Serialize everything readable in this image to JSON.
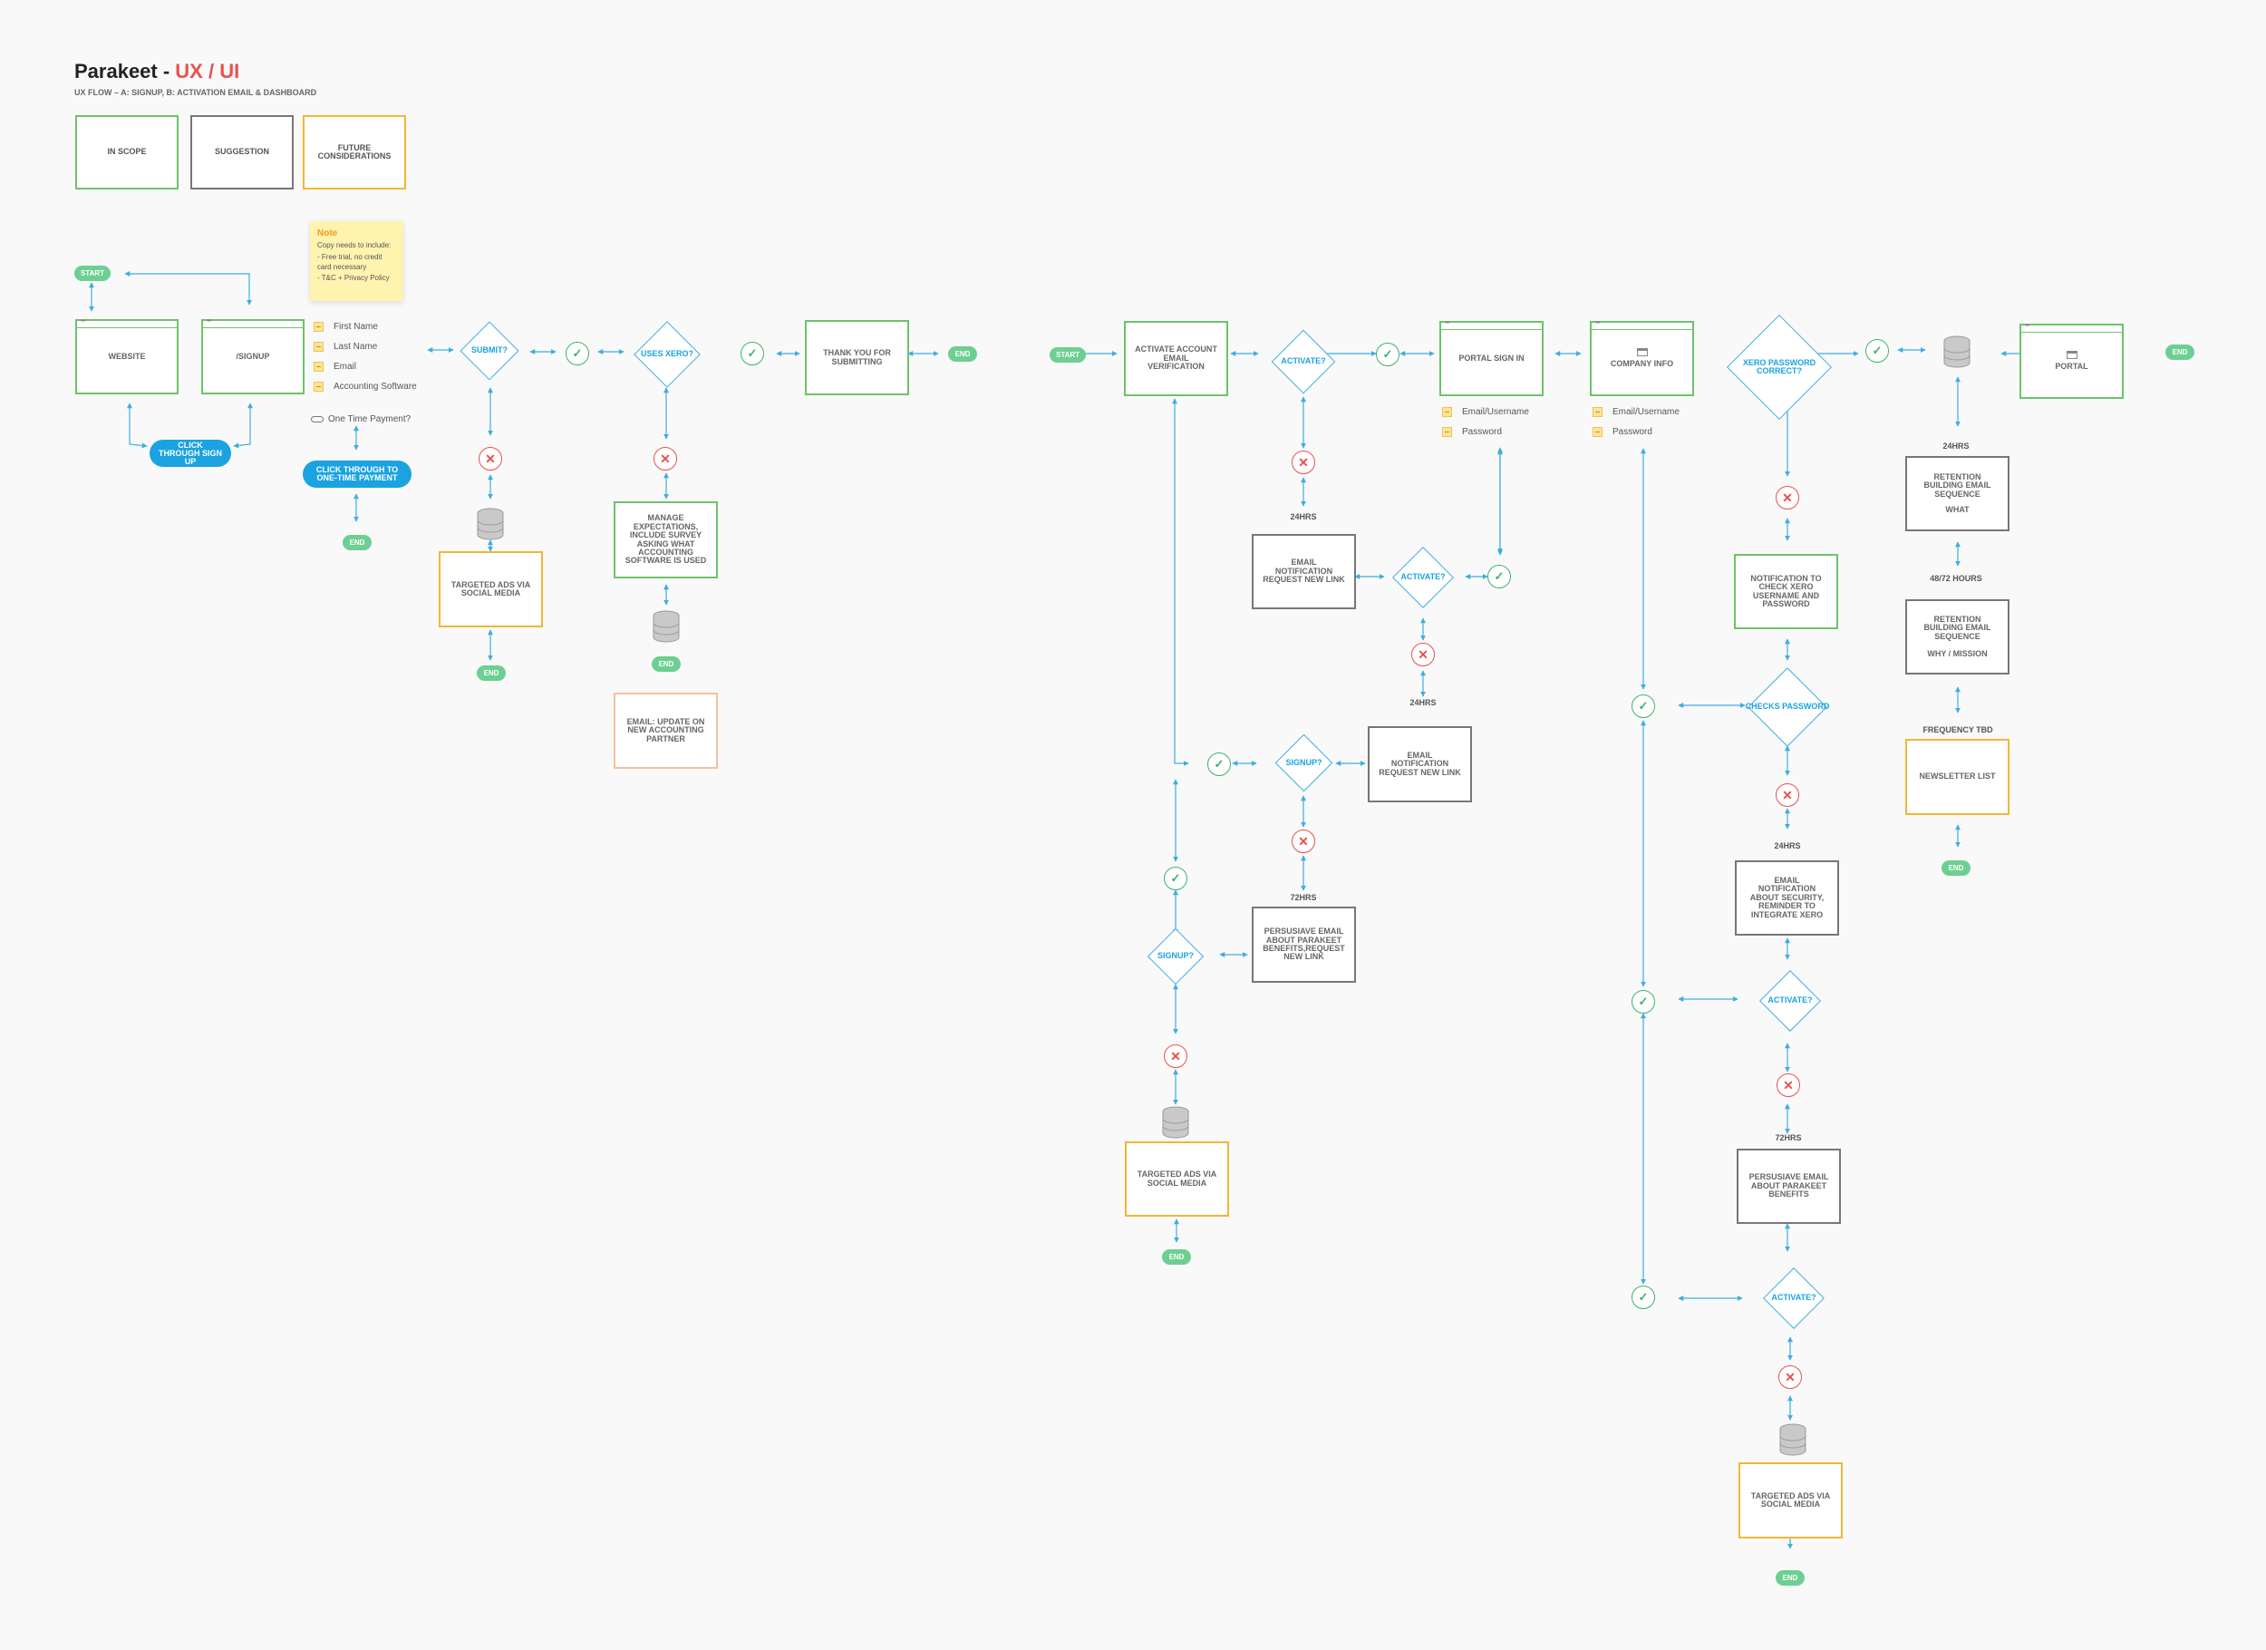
{
  "header": {
    "title_main": "Parakeet - ",
    "title_accent": "UX / UI",
    "subtitle": "UX FLOW  – A: SIGNUP, B: ACTIVATION EMAIL & DASHBOARD"
  },
  "legend": {
    "in_scope": "IN SCOPE",
    "suggestion": "SUGGESTION",
    "future": "FUTURE CONSIDERATIONS"
  },
  "note": {
    "title": "Note",
    "intro": "Copy needs to include:",
    "items": [
      "- Free trial, no credit card necessary",
      "- T&C + Privacy Policy"
    ]
  },
  "flow_a": {
    "start": "START",
    "website": "WEBSITE",
    "signup": "/SIGNUP",
    "fields": [
      "First Name",
      "Last Name",
      "Email",
      "Accounting Software"
    ],
    "one_time_payment": "One Time Payment?",
    "click_through_signup": "CLICK THROUGH SIGN UP",
    "click_through_payment": "CLICK THROUGH TO ONE-TIME PAYMENT",
    "end_payment": "END",
    "submit": "SUBMIT?",
    "ads_1": "TARGETED ADS VIA SOCIAL MEDIA",
    "end_ads_1": "END",
    "uses_xero": "USES XERO?",
    "manage": "MANAGE EXPECTATIONS, INCLUDE SURVEY ASKING WHAT ACCOUNTING SOFTWARE IS USED",
    "end_manage": "END",
    "email_update": "EMAIL: UPDATE ON NEW ACCOUNTING PARTNER",
    "thank_you": "THANK YOU FOR SUBMITTING",
    "end_a": "END"
  },
  "flow_b": {
    "start": "START",
    "activate_account": "ACTIVATE ACCOUNT EMAIL VERIFICATION",
    "activate_1": "ACTIVATE?",
    "hrs_24_a": "24HRS",
    "email_notif_1": "EMAIL NOTIFICATION REQUEST NEW LINK",
    "activate_2": "ACTIVATE?",
    "hrs_24_b": "24HRS",
    "email_notif_2": "EMAIL NOTIFICATION REQUEST NEW LINK",
    "signup_1": "SIGNUP?",
    "hrs_72_a": "72HRS",
    "persuasive_1": "PERSUSIAVE EMAIL ABOUT PARAKEET BENEFITS,REQUEST NEW LINK",
    "signup_2": "SIGNUP?",
    "ads_2": "TARGETED ADS VIA SOCIAL MEDIA",
    "end_ads_2": "END",
    "portal_sign_in": "PORTAL SIGN IN",
    "portal_fields": [
      "Email/Username",
      "Password"
    ],
    "company_info": "COMPANY INFO",
    "company_fields": [
      "Email/Username",
      "Password"
    ],
    "xero_correct": "XERO PASSWORD CORRECT?",
    "notif_check_xero": "NOTIFICATION TO CHECK XERO USERNAME AND PASSWORD",
    "checks_password": "CHECKS PASSWORD",
    "hrs_24_c": "24HRS",
    "email_security": "EMAIL NOTIFICATION ABOUT SECURITY, REMINDER TO INTEGRATE XERO",
    "activate_3": "ACTIVATE?",
    "hrs_72_b": "72HRS",
    "persuasive_2": "PERSUSIAVE EMAIL ABOUT PARAKEET BENEFITS",
    "activate_4": "ACTIVATE?",
    "ads_3": "TARGETED ADS VIA SOCIAL MEDIA",
    "end_ads_3": "END",
    "portal": "PORTAL",
    "end_b": "END",
    "hrs_24_d": "24HRS",
    "retention_1": "RETENTION BUILDING EMAIL SEQUENCE",
    "retention_1_sub": "WHAT",
    "hrs_48_72": "48/72 HOURS",
    "retention_2": "RETENTION BUILDING EMAIL SEQUENCE",
    "retention_2_sub": "WHY / MISSION",
    "frequency": "FREQUENCY TBD",
    "newsletter": "NEWSLETTER LIST",
    "end_newsletter": "END"
  },
  "colors": {
    "in_scope": "#6cc36a",
    "suggestion": "#777777",
    "future": "#f2b632",
    "decision": "#3eaee0",
    "yes": "#3db36b",
    "no": "#e8514f",
    "pill": "#6dcf92",
    "cta": "#1aa3e0",
    "title_accent": "#e8514f"
  },
  "icons": {
    "yes": "check-icon",
    "no": "cross-icon",
    "database": "database-icon",
    "field": "input-field-icon",
    "link": "link-icon"
  }
}
